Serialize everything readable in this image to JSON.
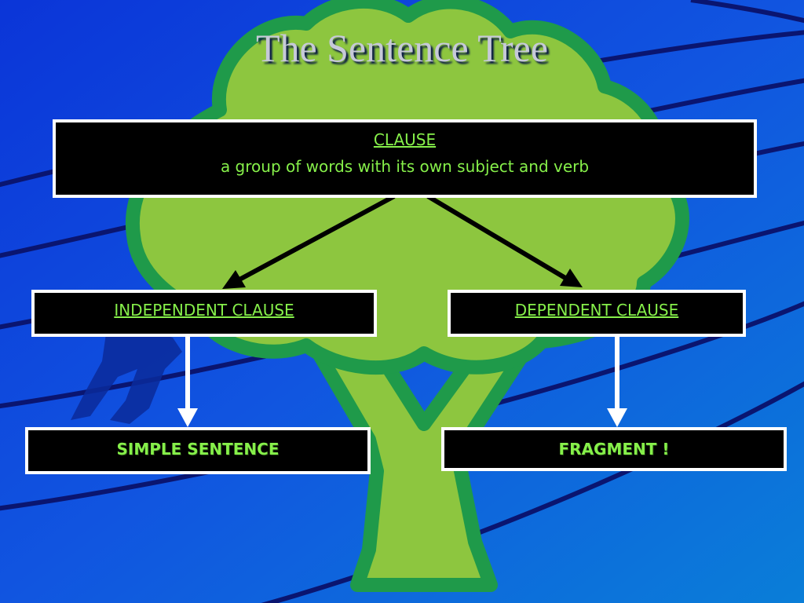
{
  "title": "The Sentence Tree",
  "clause": {
    "heading": "CLAUSE",
    "definition": "a group of words with its own subject and verb"
  },
  "independent": {
    "label": "INDEPENDENT CLAUSE"
  },
  "dependent": {
    "label": "DEPENDENT CLAUSE"
  },
  "simple": {
    "label": "SIMPLE SENTENCE"
  },
  "fragment": {
    "label": "FRAGMENT !"
  },
  "colors": {
    "background": "#0a3fd6",
    "tree_fill": "#8dc63f",
    "tree_outline": "#1f9a4a",
    "text": "#86f04a",
    "box": "#000000",
    "box_border": "#ffffff"
  }
}
